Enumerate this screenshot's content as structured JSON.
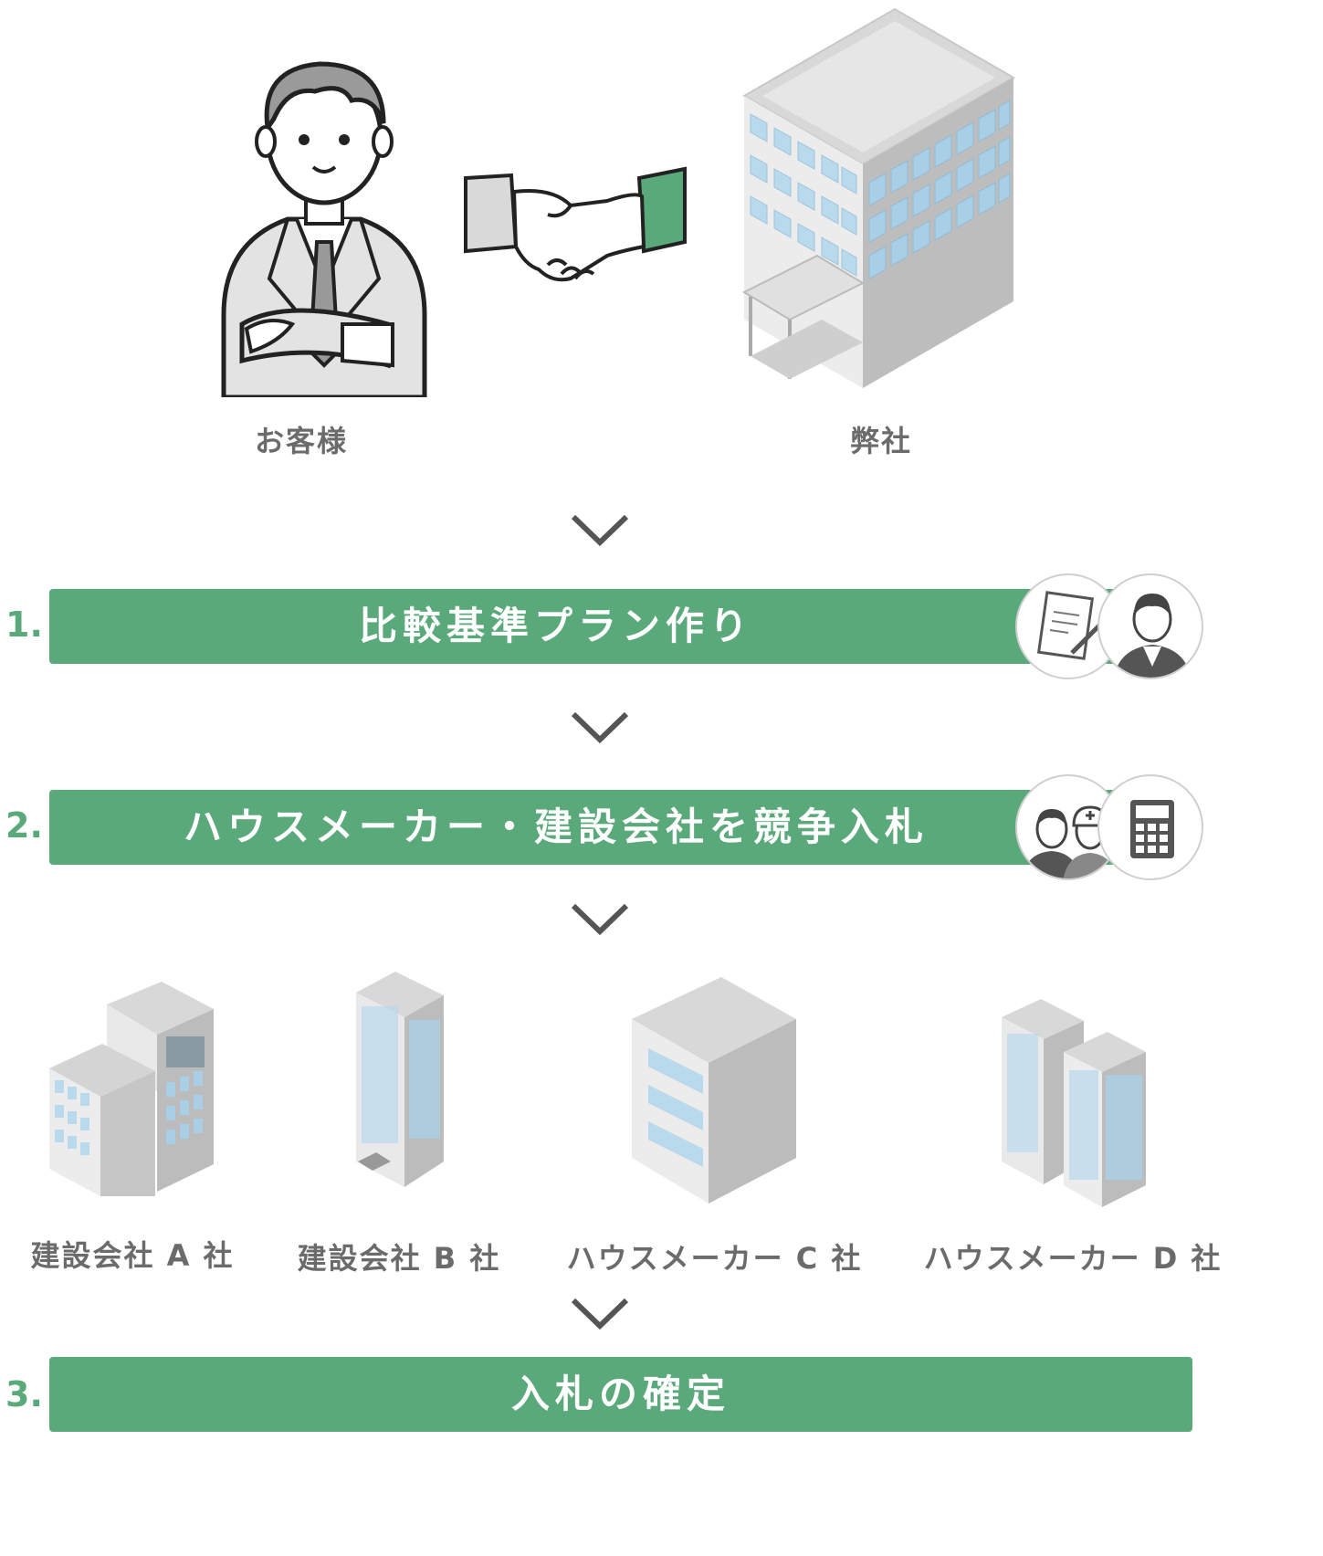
{
  "actors": {
    "customer_label": "お客様",
    "company_label": "弊社"
  },
  "steps": [
    {
      "number": "1.",
      "title": "比較基準プラン作り",
      "icons": [
        "notebook-pen-icon",
        "businessman-icon"
      ]
    },
    {
      "number": "2.",
      "title": "ハウスメーカー・建設会社を競争入札",
      "icons": [
        "bidders-icon",
        "calculator-icon"
      ]
    },
    {
      "number": "3.",
      "title": "入札の確定",
      "icons": []
    }
  ],
  "bidders": [
    {
      "label": "建設会社 A 社"
    },
    {
      "label": "建設会社 B 社"
    },
    {
      "label": "ハウスメーカー C 社"
    },
    {
      "label": "ハウスメーカー D 社"
    }
  ],
  "colors": {
    "accent": "#5aa97a",
    "text": "#6b6b6b",
    "chevron": "#555555"
  }
}
